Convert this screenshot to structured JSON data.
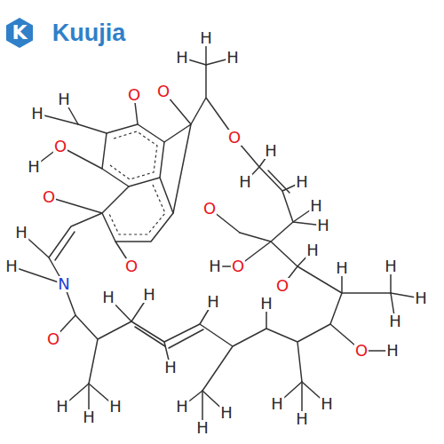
{
  "diagram": {
    "labels": [
      "K",
      "Kuujia",
      "H",
      "H",
      "H",
      "O",
      "O",
      "H",
      "H",
      "O",
      "H",
      "O",
      "H",
      "H",
      "O",
      "O",
      "H",
      "H",
      "O",
      "H",
      "O",
      "H",
      "O",
      "H",
      "N",
      "H",
      "H",
      "H",
      "H",
      "H",
      "H",
      "H",
      "H",
      "O",
      "O",
      "H",
      "H",
      "H",
      "H",
      "H",
      "H",
      "H",
      "H",
      "H",
      "H",
      "H",
      "H",
      "H"
    ]
  }
}
